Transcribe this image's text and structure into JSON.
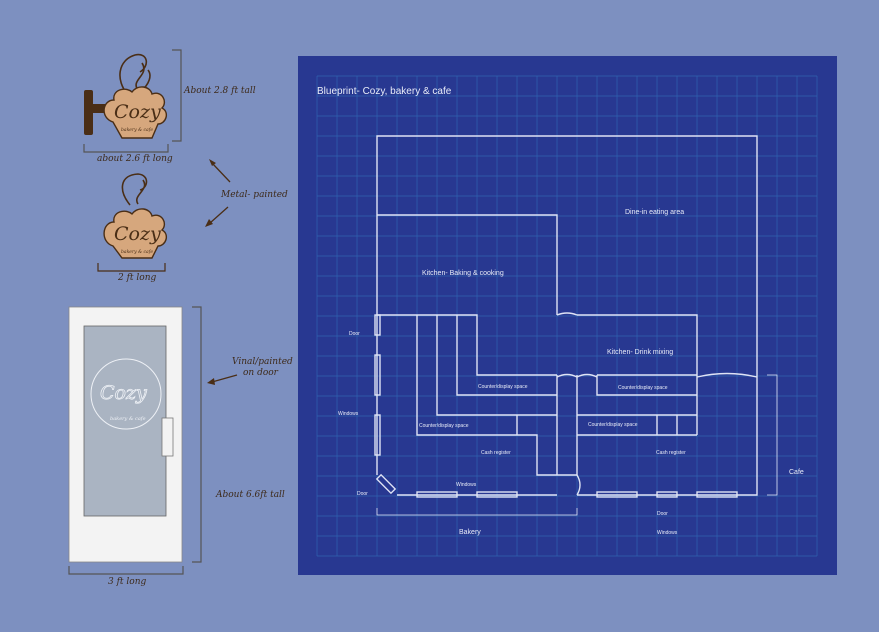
{
  "colors": {
    "background": "#7d90c0",
    "blueprint": "#283891",
    "grid": "#3063b0",
    "walls": "#dfe3f5",
    "sign_fill": "#d6a77d",
    "sign_dark": "#4a2e16",
    "door": "#f3f3f3",
    "glass": "#aab4c2"
  },
  "signs": {
    "hanging": {
      "logo": "Cozy",
      "tagline": "bakery & cafe",
      "height_note": "About 2.8 ft tall",
      "width_note": "about 2.6 ft long"
    },
    "standalone": {
      "logo": "Cozy",
      "tagline": "bakery & cafe",
      "width_note": "2 ft long"
    },
    "material_note": "Metal- painted"
  },
  "door": {
    "logo": "Cozy",
    "tagline": "bakery & cafe",
    "decal_note_1": "Vinal/painted",
    "decal_note_2": "on door",
    "height_note": "About 6.6ft tall",
    "width_note": "3 ft long"
  },
  "blueprint": {
    "title": "Blueprint- Cozy, bakery & cafe",
    "labels": {
      "dine_in": "Dine-in eating area",
      "kitchen_baking": "Kitchen- Baking & cooking",
      "kitchen_drink": "Kitchen- Drink mixing",
      "counter_1": "Counter/display space",
      "counter_2": "Counter/display space",
      "counter_3": "Counter/display space",
      "counter_4": "Counter/display space",
      "cash_1": "Cash register",
      "cash_2": "Cash register",
      "door_side": "Door",
      "windows_side": "Windows",
      "door_corner": "Door",
      "windows_bottom": "Windows",
      "door_front": "Door",
      "windows_front": "Windows",
      "bakery": "Bakery",
      "cafe": "Cafe"
    }
  }
}
